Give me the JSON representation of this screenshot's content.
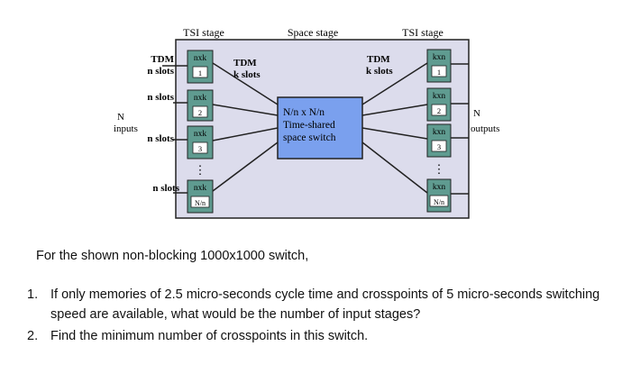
{
  "diagram": {
    "stage_labels": {
      "tsi_left": "TSI stage",
      "space": "Space stage",
      "tsi_right": "TSI stage"
    },
    "left_modules": [
      {
        "matrix": "nxk",
        "index": "1"
      },
      {
        "matrix": "nxk",
        "index": "2"
      },
      {
        "matrix": "nxk",
        "index": "3"
      },
      {
        "matrix": "nxk",
        "index": "N/n"
      }
    ],
    "right_modules": [
      {
        "matrix": "kxn",
        "index": "1"
      },
      {
        "matrix": "kxn",
        "index": "2"
      },
      {
        "matrix": "kxn",
        "index": "3"
      },
      {
        "matrix": "kxn",
        "index": "N/n"
      }
    ],
    "center_switch": {
      "line1": "N/n x N/n",
      "line2": "Time-shared",
      "line3": "space switch"
    },
    "left_annotations": {
      "tdm_top": "TDM",
      "n_slots_top": "n slots",
      "n_slots_2": "n slots",
      "n_slots_3": "n slots",
      "n_slots_4": "n slots",
      "inputs_n": "N",
      "inputs": "inputs"
    },
    "inner_left_tdm": {
      "line1": "TDM",
      "line2": "k slots"
    },
    "inner_right_tdm": {
      "line1": "TDM",
      "line2": "k slots"
    },
    "right_annotations": {
      "outputs_n": "N",
      "outputs": "outputs"
    },
    "ellipsis": "⋮",
    "colors": {
      "frame_fill": "#dcdcec",
      "module_fill": "#5f9b90",
      "switch_fill": "#7aa0ee",
      "line": "#222222"
    }
  },
  "question": {
    "intro": "For the shown non-blocking 1000x1000 switch,",
    "items": [
      {
        "num": "1.",
        "text": "If only memories of 2.5 micro-seconds cycle time and crosspoints of 5 micro-seconds switching speed are available, what would be the number of input stages?"
      },
      {
        "num": "2.",
        "text": "Find the minimum number of crosspoints in this switch."
      }
    ]
  }
}
